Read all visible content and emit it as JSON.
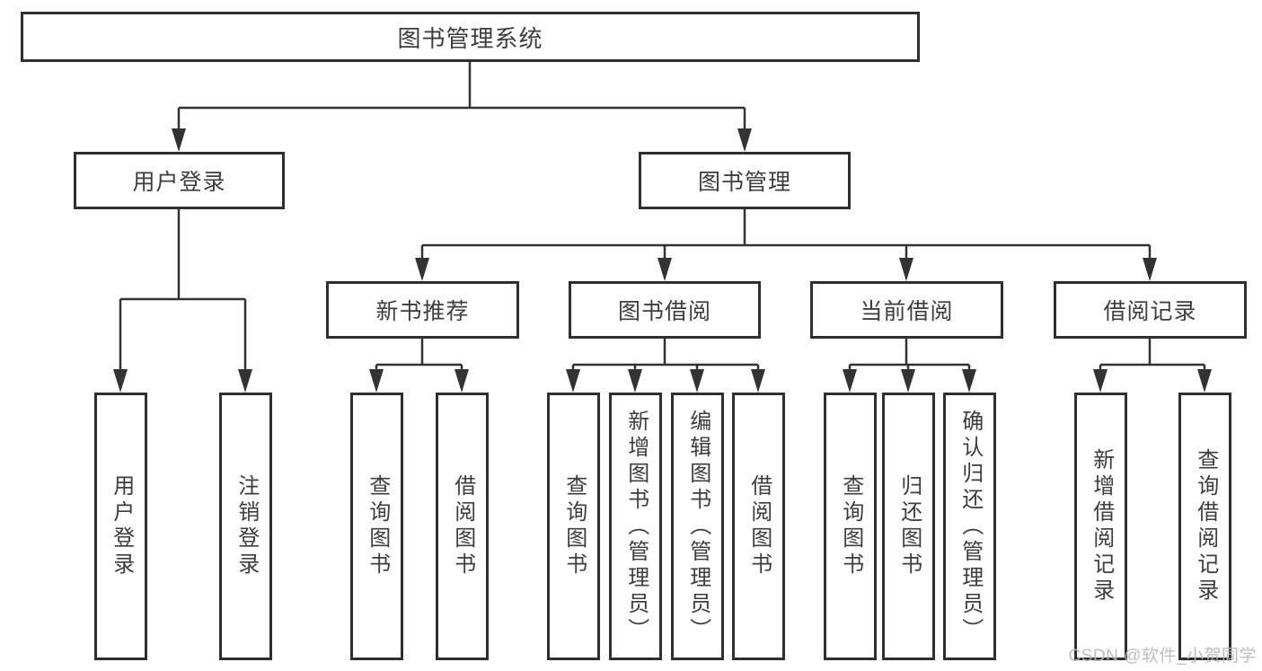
{
  "diagram": {
    "type": "hierarchy-tree",
    "tree": {
      "root": {
        "label": "图书管理系统"
      },
      "branches": [
        {
          "label": "用户登录",
          "children": [
            {
              "label": "用户登录"
            },
            {
              "label": "注销登录"
            }
          ]
        },
        {
          "label": "图书管理",
          "children": [
            {
              "label": "新书推荐",
              "children": [
                {
                  "label": "查询图书"
                },
                {
                  "label": "借阅图书"
                }
              ]
            },
            {
              "label": "图书借阅",
              "children": [
                {
                  "label": "查询图书"
                },
                {
                  "label": "新增图书（管理员）"
                },
                {
                  "label": "编辑图书（管理员）"
                },
                {
                  "label": "借阅图书"
                }
              ]
            },
            {
              "label": "当前借阅",
              "children": [
                {
                  "label": "查询图书"
                },
                {
                  "label": "归还图书"
                },
                {
                  "label": "确认归还（管理员）"
                }
              ]
            },
            {
              "label": "借阅记录",
              "children": [
                {
                  "label": "新增借阅记录"
                },
                {
                  "label": "查询借阅记录"
                }
              ]
            }
          ]
        }
      ]
    },
    "colors": {
      "line": "#333333",
      "border": "#2f2f2f",
      "text": "#3d3d3d",
      "background": "#ffffff",
      "watermark": "#b9b9b9"
    }
  },
  "watermark": "CSDN @软件_小贺同学"
}
